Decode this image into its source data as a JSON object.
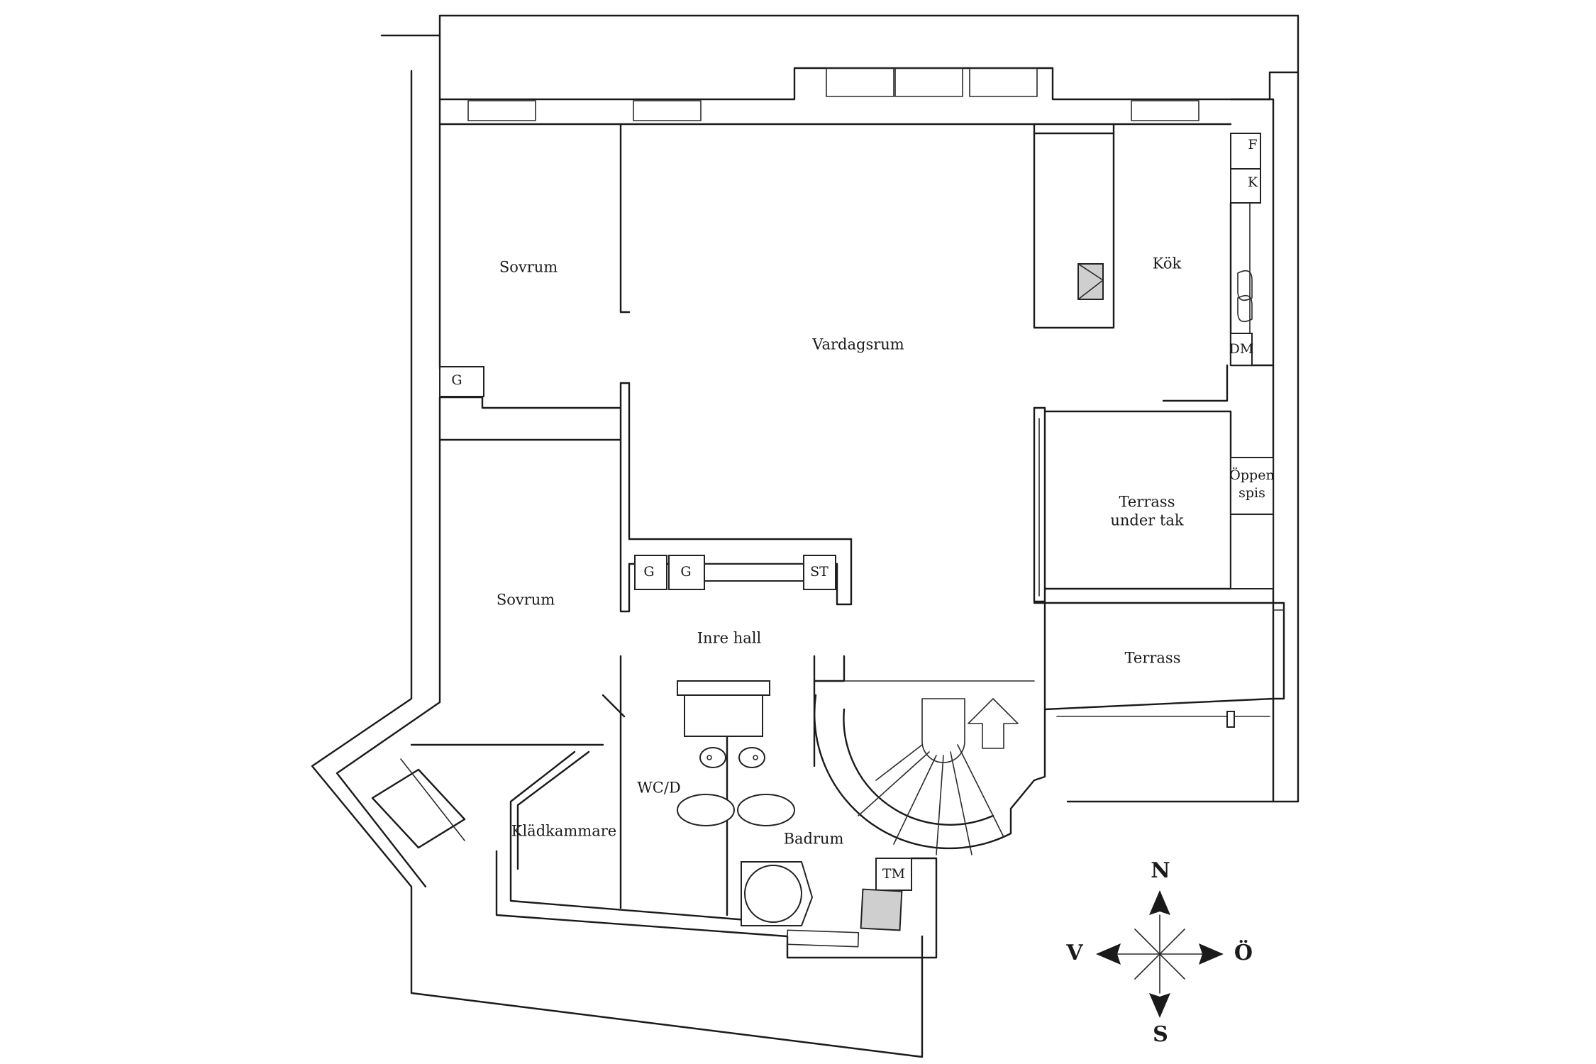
{
  "rooms": {
    "sovrum_north": "Sovrum",
    "vardagsrum": "Vardagsrum",
    "kok": "Kök",
    "sovrum_south": "Sovrum",
    "inre_hall": "Inre hall",
    "terrass_under_tak_line1": "Terrass",
    "terrass_under_tak_line2": "under tak",
    "terrass": "Terrass",
    "wc_d": "WC/D",
    "badrum": "Badrum",
    "kladkammare": "Klädkammare"
  },
  "fixtures": {
    "f": "F",
    "k": "K",
    "dm": "DM",
    "g_bedroom": "G",
    "g_hall_1": "G",
    "g_hall_2": "G",
    "st": "ST",
    "oppen_spis_line1": "Öppen",
    "oppen_spis_line2": "spis",
    "tm": "TM"
  },
  "compass": {
    "north": "N",
    "south": "S",
    "west": "V",
    "east": "Ö"
  }
}
